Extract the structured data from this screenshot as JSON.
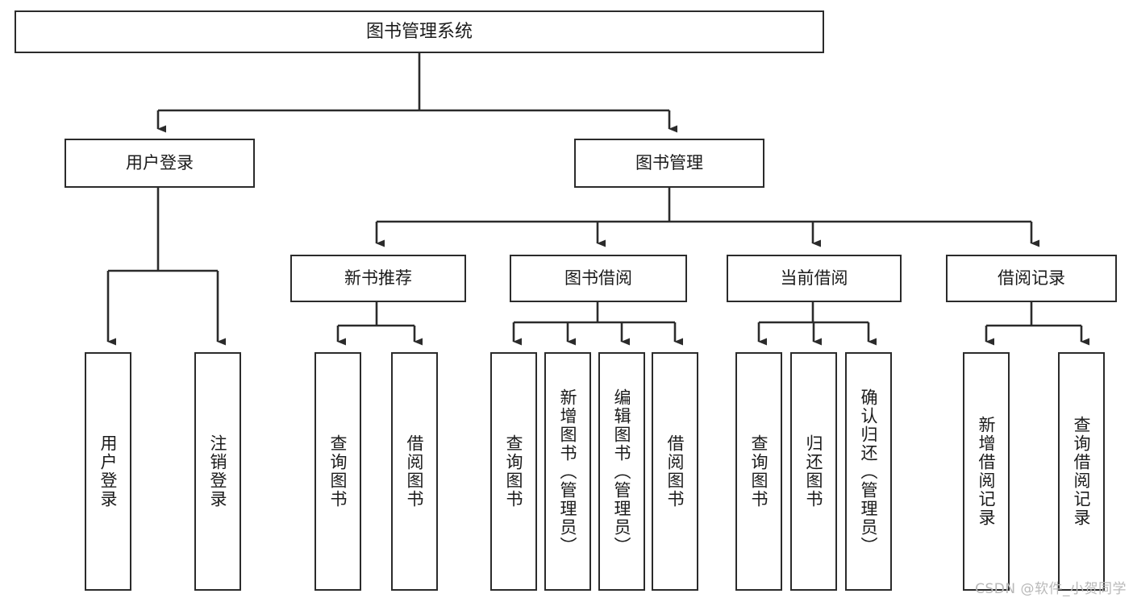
{
  "diagram": {
    "title": "图书管理系统",
    "type": "tree-hierarchy",
    "watermark": "CSDN @软件_小贺同学",
    "colors": {
      "background": "#ffffff",
      "box_border": "#2b2b2b",
      "box_fill": "#ffffff",
      "text": "#1b1b1b",
      "edge": "#2b2b2b",
      "watermark": "#b9b9b9"
    },
    "nodes": {
      "root": {
        "label": "图书管理系统"
      },
      "level1": [
        {
          "id": "user-login",
          "label": "用户登录"
        },
        {
          "id": "book-management",
          "label": "图书管理"
        }
      ],
      "level2": [
        {
          "id": "new-book-recommend",
          "label": "新书推荐"
        },
        {
          "id": "book-borrow",
          "label": "图书借阅"
        },
        {
          "id": "current-borrow",
          "label": "当前借阅"
        },
        {
          "id": "borrow-record",
          "label": "借阅记录"
        }
      ],
      "leaves": {
        "user_login": [
          {
            "id": "leaf-user-login",
            "label": "用户登录"
          },
          {
            "id": "leaf-logout-login",
            "label": "注销登录"
          }
        ],
        "new_book_recommend": [
          {
            "id": "leaf-query-book-1",
            "label": "查询图书"
          },
          {
            "id": "leaf-borrow-book-1",
            "label": "借阅图书"
          }
        ],
        "book_borrow": [
          {
            "id": "leaf-query-book-2",
            "label": "查询图书"
          },
          {
            "id": "leaf-add-book",
            "label": "新增图书（管理员）"
          },
          {
            "id": "leaf-edit-book",
            "label": "编辑图书（管理员）"
          },
          {
            "id": "leaf-borrow-book-2",
            "label": "借阅图书"
          }
        ],
        "current_borrow": [
          {
            "id": "leaf-query-book-3",
            "label": "查询图书"
          },
          {
            "id": "leaf-return-book",
            "label": "归还图书"
          },
          {
            "id": "leaf-confirm-return",
            "label": "确认归还（管理员）"
          }
        ],
        "borrow_record": [
          {
            "id": "leaf-add-borrow-record",
            "label": "新增借阅记录"
          },
          {
            "id": "leaf-query-borrow-record",
            "label": "查询借阅记录"
          }
        ]
      }
    }
  }
}
